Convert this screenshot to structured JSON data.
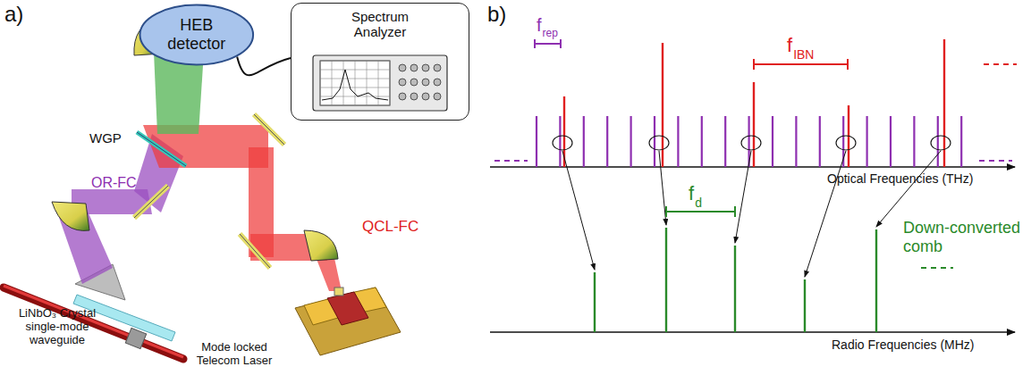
{
  "diagram": {
    "nodes": [
      {
        "text": [
          "HEB detector"
        ]
      },
      {
        "text": [
          "Spectrum Analyzer"
        ]
      }
    ],
    "edges": [
      {
        "from": 0,
        "to": 1,
        "arrow": "none"
      }
    ],
    "labels": [
      "a)",
      "WGP",
      "OR-FC",
      "QCL-FC",
      "LiNbO₃ Crystal single-mode waveguide",
      "Mode locked Telecom Laser",
      "b)",
      "f",
      "rep",
      "f",
      "IBN",
      "f",
      "d",
      "Optical Frequencies (THz)",
      "Down-converted comb",
      "Radio Frequencies (MHz)"
    ]
  }
}
